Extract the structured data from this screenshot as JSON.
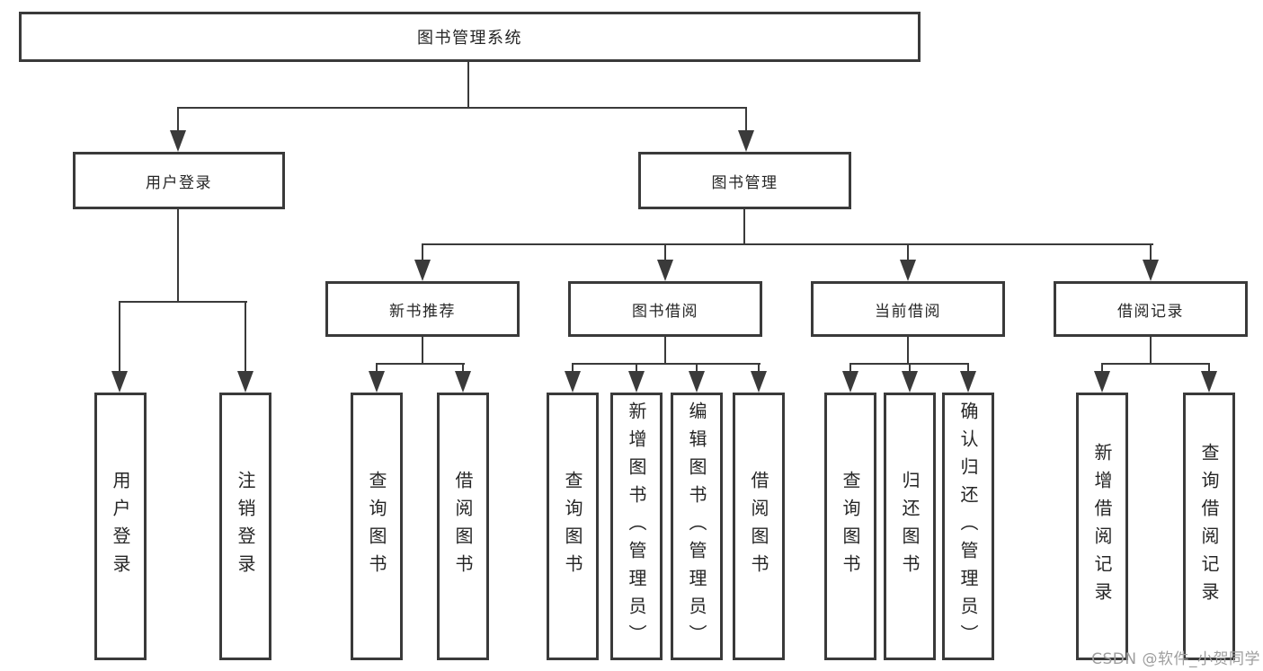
{
  "diagram": {
    "root": {
      "label": "图书管理系统",
      "children": [
        {
          "label": "用户登录",
          "children": [
            {
              "label": "用户登录"
            },
            {
              "label": "注销登录"
            }
          ]
        },
        {
          "label": "图书管理",
          "children": [
            {
              "label": "新书推荐",
              "children": [
                {
                  "label": "查询图书"
                },
                {
                  "label": "借阅图书"
                }
              ]
            },
            {
              "label": "图书借阅",
              "children": [
                {
                  "label": "查询图书"
                },
                {
                  "label": "新增图书（管理员）"
                },
                {
                  "label": "编辑图书（管理员）"
                },
                {
                  "label": "借阅图书"
                }
              ]
            },
            {
              "label": "当前借阅",
              "children": [
                {
                  "label": "查询图书"
                },
                {
                  "label": "归还图书"
                },
                {
                  "label": "确认归还（管理员）"
                }
              ]
            },
            {
              "label": "借阅记录",
              "children": [
                {
                  "label": "新增借阅记录"
                },
                {
                  "label": "查询借阅记录"
                }
              ]
            }
          ]
        }
      ]
    }
  },
  "watermark": "CSDN @软件_小贺同学",
  "colors": {
    "line": "#3a3a3a",
    "text": "#262626",
    "watermark": "#9e9e9e",
    "background": "#ffffff"
  }
}
